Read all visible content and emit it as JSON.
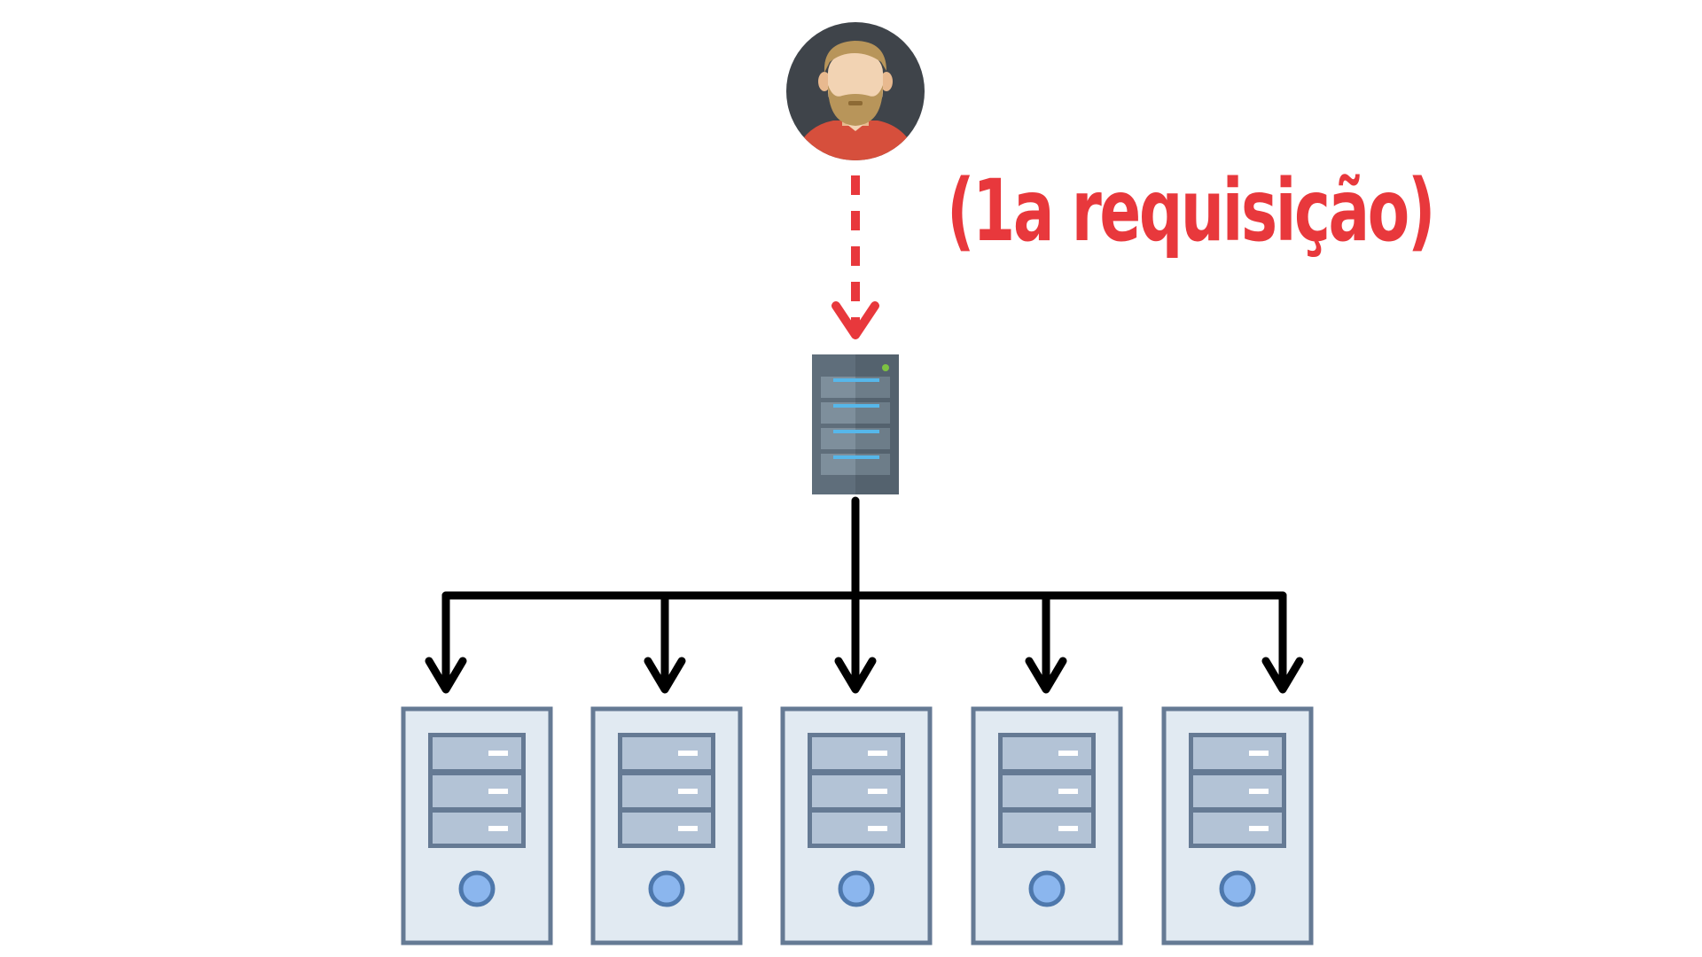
{
  "diagram": {
    "annotation": "(1a requisição)",
    "nodes": [
      {
        "id": "user",
        "icon": "user-avatar-icon"
      },
      {
        "id": "load-balancer",
        "icon": "rack-server-icon"
      },
      {
        "id": "server-1",
        "icon": "tower-server-icon"
      },
      {
        "id": "server-2",
        "icon": "tower-server-icon"
      },
      {
        "id": "server-3",
        "icon": "tower-server-icon"
      },
      {
        "id": "server-4",
        "icon": "tower-server-icon"
      },
      {
        "id": "server-5",
        "icon": "tower-server-icon"
      }
    ],
    "edges": [
      {
        "from": "user",
        "to": "load-balancer",
        "style": "dashed",
        "color": "#e8383c"
      },
      {
        "from": "load-balancer",
        "to": "server-1",
        "style": "solid",
        "color": "#000000"
      },
      {
        "from": "load-balancer",
        "to": "server-2",
        "style": "solid",
        "color": "#000000"
      },
      {
        "from": "load-balancer",
        "to": "server-3",
        "style": "solid",
        "color": "#000000"
      },
      {
        "from": "load-balancer",
        "to": "server-4",
        "style": "solid",
        "color": "#000000"
      },
      {
        "from": "load-balancer",
        "to": "server-5",
        "style": "solid",
        "color": "#000000"
      }
    ],
    "colors": {
      "accent": "#e8383c",
      "tower_fill": "#e1eaf2",
      "tower_stroke": "#657a94",
      "bay_fill": "#b3c3d6",
      "led": "#8bb6ee",
      "rack_body": "#5c6b78",
      "rack_stripe": "#56b7ea",
      "avatar_bg": "#3f444a"
    }
  }
}
